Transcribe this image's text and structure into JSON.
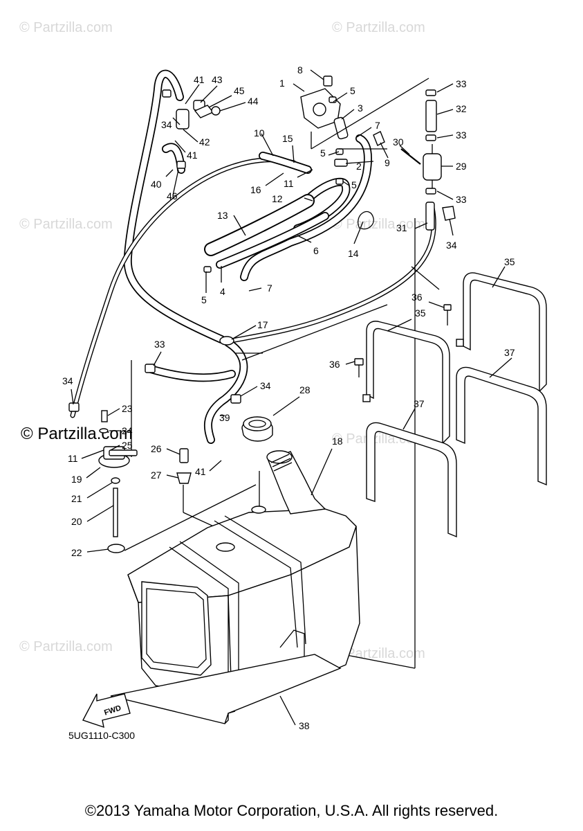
{
  "watermarks": {
    "text": "© Partzilla.com",
    "prominent": "© Partzilla.com"
  },
  "diagram_code": "5UG1110-C300",
  "fwd_label": "FWD",
  "copyright": "©2013 Yamaha Motor Corporation, U.S.A. All rights reserved.",
  "callouts": [
    "1",
    "2",
    "3",
    "4",
    "5",
    "6",
    "7",
    "8",
    "9",
    "10",
    "11",
    "12",
    "13",
    "14",
    "15",
    "16",
    "17",
    "18",
    "19",
    "20",
    "21",
    "22",
    "23",
    "24",
    "25",
    "26",
    "27",
    "28",
    "29",
    "30",
    "31",
    "32",
    "33",
    "34",
    "35",
    "36",
    "37",
    "38",
    "39",
    "40",
    "41",
    "42",
    "43",
    "44",
    "45",
    "46"
  ]
}
